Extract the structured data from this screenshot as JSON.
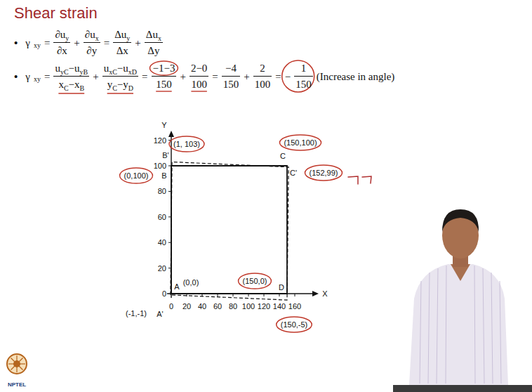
{
  "diagram": {
    "title": "Shear strain",
    "labels": [
      "•",
      "γ",
      "xy",
      "=",
      "∂u",
      "y",
      "∂x",
      "+",
      "∂u",
      "x",
      "∂y",
      "=",
      "Δu",
      "y",
      "Δx",
      "+",
      "Δu",
      "x",
      "Δy",
      "•",
      "γ",
      "xy",
      "=",
      "u",
      "yC",
      "−u",
      "yB",
      "x",
      "C",
      "−x",
      "B",
      "+",
      "u",
      "xC",
      "−u",
      "xD",
      "y",
      "C",
      "−y",
      "D",
      "=",
      "−1−3",
      "150",
      "+",
      "2−0",
      "100",
      "=",
      "−4",
      "150",
      "+",
      "2",
      "100",
      "=",
      "−",
      "1",
      "150",
      "(Increase in angle)",
      "Y",
      "120",
      "100",
      "80",
      "60",
      "40",
      "20",
      "0",
      "0",
      "20",
      "40",
      "60",
      "80",
      "100",
      "120",
      "140",
      "160",
      "X",
      "(1, 103)",
      "B'",
      "(0,100)",
      "B",
      "C",
      "(150,100)",
      "C'",
      "(152,99)",
      "(0,0)",
      "A",
      "(-1,-1)",
      "A'",
      "(150,0)",
      "D",
      "(150,-5)",
      "NPTEL"
    ]
  }
}
